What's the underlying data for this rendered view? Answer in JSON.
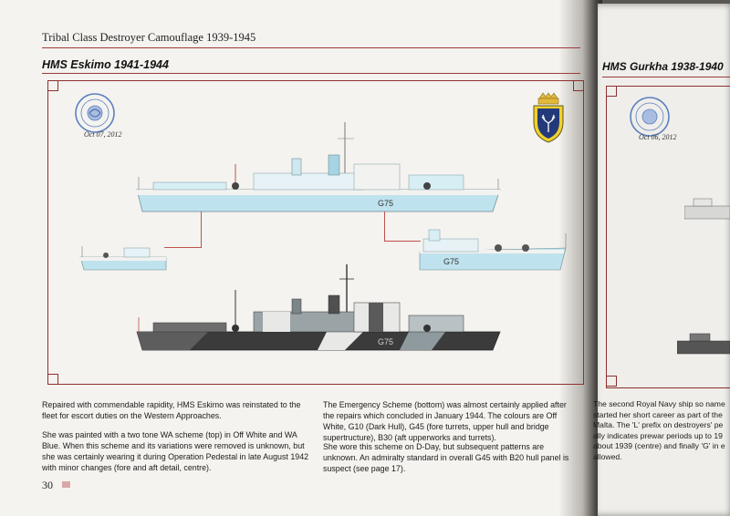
{
  "running_head": "Tribal Class Destroyer Camouflage 1939-1945",
  "left_section": {
    "title": "HMS Eskimo 1941-1944",
    "stamp_date": "Oct 07, 2012",
    "hull_number": "G75",
    "paragraphs": [
      "Repaired with commendable rapidity, HMS Eskimo was reinstated to the fleet for escort duties on the Western Approaches.",
      "She was painted with a two tone WA scheme (top) in Off White and WA Blue. When this scheme and its variations were removed is unknown, but she was certainly wearing it during Operation Pedestal in late August 1942 with minor changes (fore and aft detail, centre).",
      "The Emergency Scheme (bottom) was almost certainly applied after the repairs which concluded in January 1944. The colours are Off White, G10 (Dark Hull), G45 (fore turrets, upper hull and bridge supertructure), B30 (aft upperworks and turrets).",
      "She wore this scheme on D-Day, but subsequent patterns are unknown. An admiralty standard in overall G45 with B20 hull panel is suspect (see page 17)."
    ],
    "page_number": "30"
  },
  "right_section": {
    "title": "HMS Gurkha 1938-1940",
    "stamp_date": "Oct 06, 2012",
    "paragraph_lines": [
      "The second Royal Navy ship so name",
      "started her short career as part of the",
      "Malta. The 'L' prefix on destroyers' pe",
      "ally indicates prewar periods up to 19",
      "about 1939 (centre) and finally 'G' in e",
      "allowed."
    ]
  },
  "colors": {
    "frame": "#8e2f2f",
    "wa_blue": "#bfe3ee",
    "off_white": "#f2f2f0",
    "dark_hull": "#3b3b3b",
    "callout": "#c0504d"
  }
}
